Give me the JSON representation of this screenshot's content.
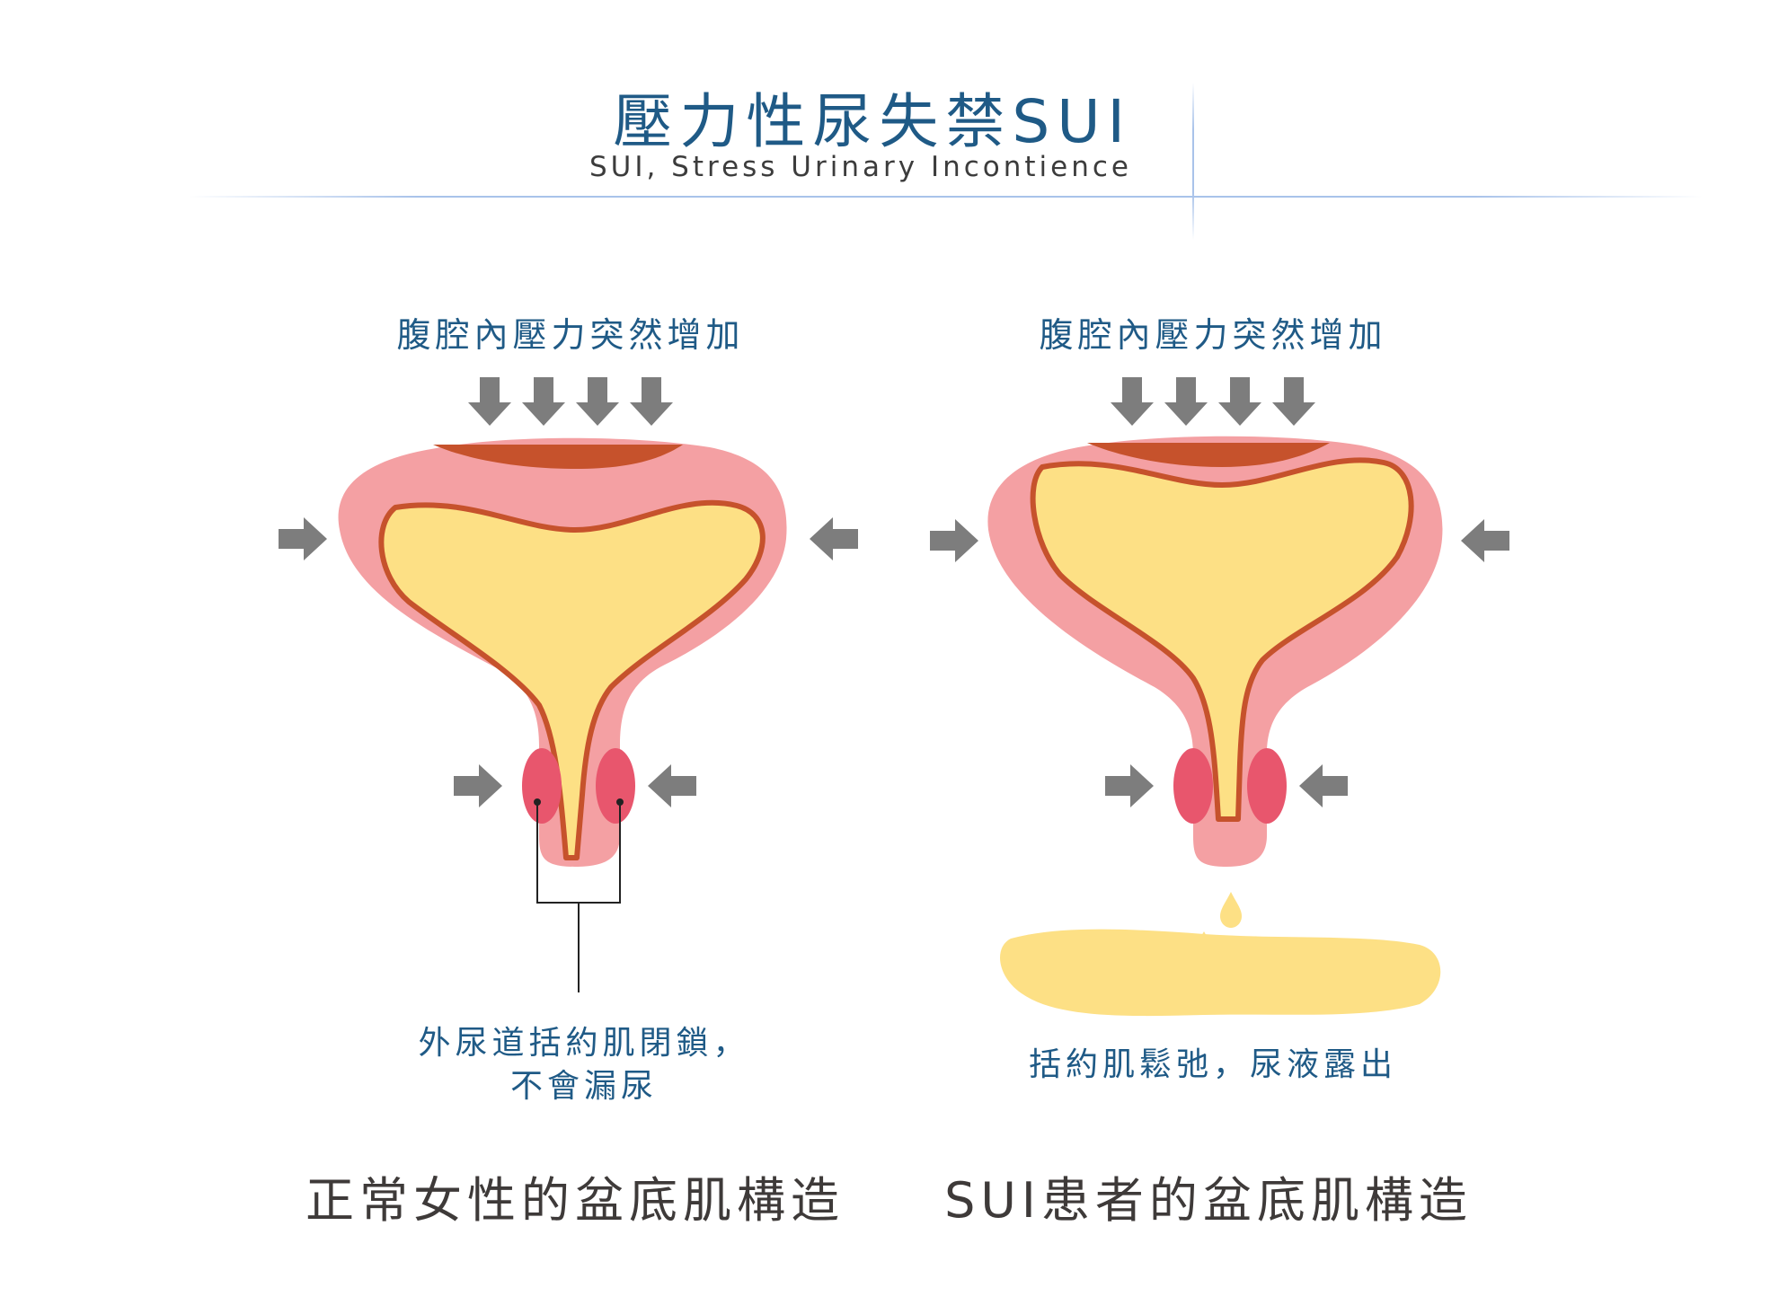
{
  "header": {
    "title": "壓力性尿失禁SUI",
    "subtitle": "SUI, Stress Urinary Incontience"
  },
  "panels": {
    "normal": {
      "pressure_label": "腹腔內壓力突然增加",
      "note_line1": "外尿道括約肌閉鎖，",
      "note_line2": "不會漏尿",
      "caption": "正常女性的盆底肌構造"
    },
    "sui": {
      "pressure_label": "腹腔內壓力突然增加",
      "note": "括約肌鬆弛，尿液露出",
      "caption": "SUI患者的盆底肌構造"
    }
  },
  "colors": {
    "title": "#1f5a86",
    "bladder_wall": "#f4a0a3",
    "bladder_fill": "#fde085",
    "bladder_outline": "#c6522c",
    "muscle_top": "#c6522c",
    "sphincter": "#e8566d",
    "arrow": "#7d7d7d",
    "urine": "#fde085"
  }
}
